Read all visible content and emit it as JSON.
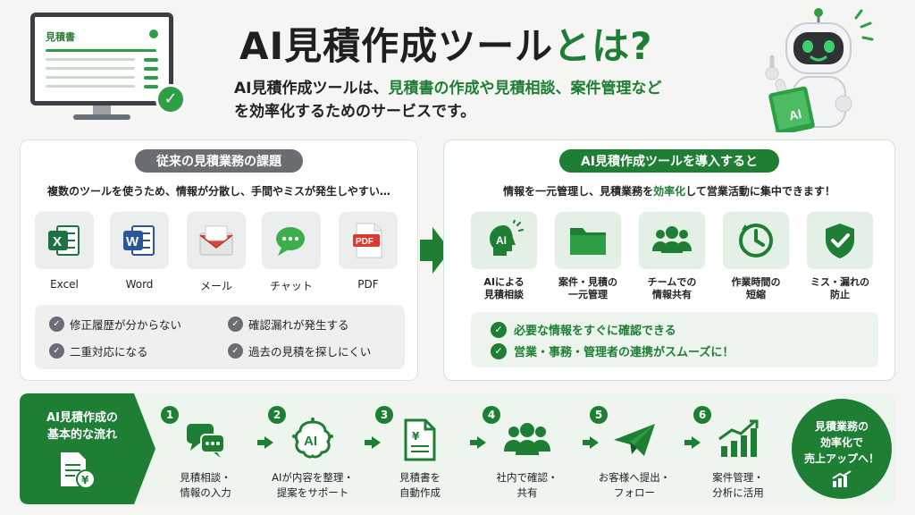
{
  "header": {
    "title_main": "AI見積作成ツール",
    "title_accent": "とは?",
    "subtitle_1": "AI見積作成ツールは、",
    "subtitle_2": "見積書の作成や見積相談、案件管理など",
    "subtitle_3": "を効率化するためのサービスです。",
    "monitor_doc_title": "見積書",
    "robot_label": "AI"
  },
  "left_panel": {
    "heading": "従来の見積業務の課題",
    "description": "複数のツールを使うため、情報が分散し、手間やミスが発生しやすい…",
    "tools": [
      {
        "label": "Excel",
        "icon": "excel-icon"
      },
      {
        "label": "Word",
        "icon": "word-icon"
      },
      {
        "label": "メール",
        "icon": "mail-icon"
      },
      {
        "label": "チャット",
        "icon": "chat-icon"
      },
      {
        "label": "PDF",
        "icon": "pdf-icon"
      }
    ],
    "issues": [
      "修正履歴が分からない",
      "確認漏れが発生する",
      "二重対応になる",
      "過去の見積を探しにくい"
    ]
  },
  "right_panel": {
    "heading": "AI見積作成ツールを導入すると",
    "description_1": "情報を一元管理し、見積業務を",
    "description_2": "効率化",
    "description_3": "して営業活動に集中できます！",
    "features": [
      {
        "line1": "AIによる",
        "line2": "見積相談",
        "icon": "ai-head-icon"
      },
      {
        "line1": "案件・見積の",
        "line2": "一元管理",
        "icon": "folder-icon"
      },
      {
        "line1": "チームでの",
        "line2": "情報共有",
        "icon": "team-icon"
      },
      {
        "line1": "作業時間の",
        "line2": "短縮",
        "icon": "clock-icon"
      },
      {
        "line1": "ミス・漏れの",
        "line2": "防止",
        "icon": "shield-check-icon"
      }
    ],
    "benefits": [
      "必要な情報をすぐに確認できる",
      "営業・事務・管理者の連携がスムーズに！"
    ]
  },
  "flow": {
    "heading_1": "AI見積作成の",
    "heading_2": "基本的な流れ",
    "steps": [
      {
        "num": "1",
        "line1": "見積相談・",
        "line2": "情報の入力",
        "icon": "chat-bubbles-icon"
      },
      {
        "num": "2",
        "line1": "AIが内容を整理・",
        "line2": "提案をサポート",
        "icon": "ai-brain-icon"
      },
      {
        "num": "3",
        "line1": "見積書を",
        "line2": "自動作成",
        "icon": "yen-document-icon"
      },
      {
        "num": "4",
        "line1": "社内で確認・",
        "line2": "共有",
        "icon": "people-icon"
      },
      {
        "num": "5",
        "line1": "お客様へ提出・",
        "line2": "フォロー",
        "icon": "paper-plane-icon"
      },
      {
        "num": "6",
        "line1": "案件管理・",
        "line2": "分析に活用",
        "icon": "bar-chart-icon"
      }
    ],
    "badge_1": "見積業務の",
    "badge_2": "効率化で",
    "badge_3": "売上アップへ！"
  },
  "colors": {
    "accent": "#1e7e34",
    "gray": "#6a6e72",
    "excel": "#1e7145",
    "word": "#2b579a",
    "mail": "#d9453c",
    "pdf": "#d93b30"
  }
}
